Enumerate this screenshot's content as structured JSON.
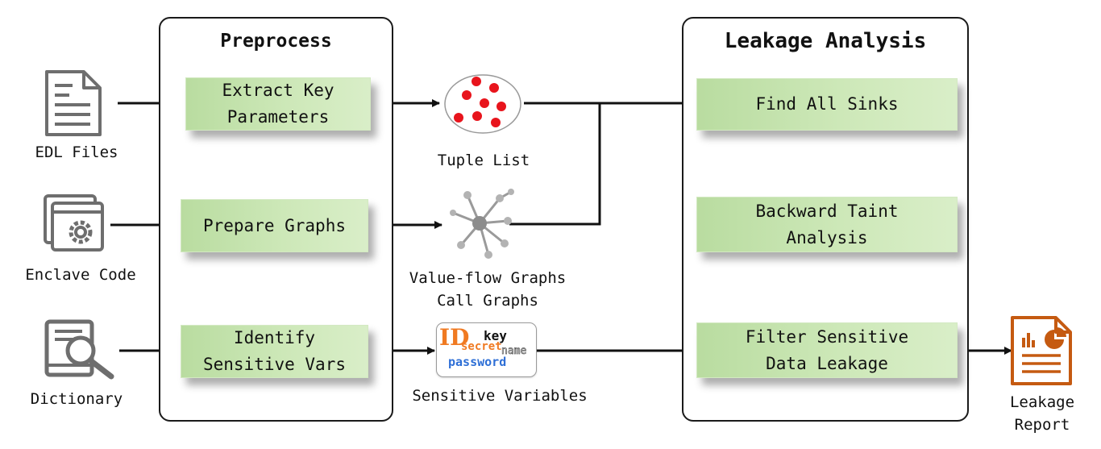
{
  "inputs": {
    "edl": "EDL Files",
    "enclave": "Enclave Code",
    "dictionary": "Dictionary"
  },
  "preprocess": {
    "title": "Preprocess",
    "extract_line1": "Extract Key",
    "extract_line2": "Parameters",
    "prepare": "Prepare Graphs",
    "identify_line1": "Identify",
    "identify_line2": "Sensitive Vars"
  },
  "intermediate": {
    "tuple_list": "Tuple List",
    "graphs_line1": "Value-flow Graphs",
    "graphs_line2": "Call Graphs",
    "sensitive_vars": "Sensitive Variables",
    "badge": {
      "id": "ID",
      "key": "key",
      "secret": "secret",
      "name": "name",
      "password": "password"
    }
  },
  "analysis": {
    "title": "Leakage Analysis",
    "find_sinks": "Find All Sinks",
    "backward_line1": "Backward Taint",
    "backward_line2": "Analysis",
    "filter_line1": "Filter Sensitive",
    "filter_line2": "Data Leakage"
  },
  "output": {
    "report_line1": "Leakage",
    "report_line2": "Report"
  },
  "colors": {
    "step_fill": "#c6e3b0",
    "panel_border": "#1a1a1a",
    "dots": "#e8141c",
    "report_orange": "#c55a11",
    "icon_gray": "#6e6e6e"
  }
}
